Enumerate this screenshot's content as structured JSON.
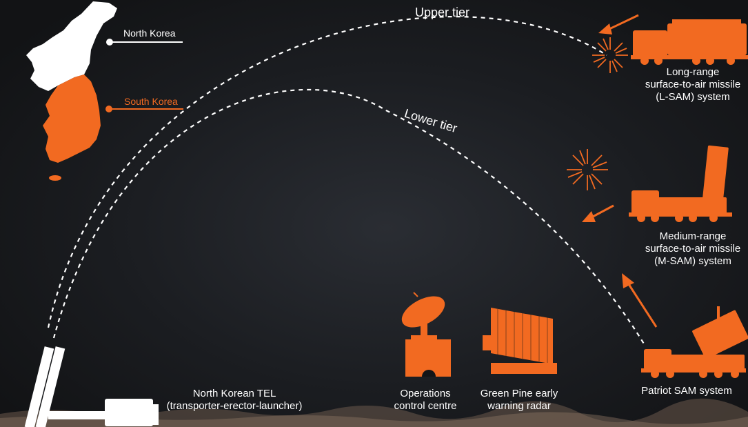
{
  "colors": {
    "accent": "#f26a21",
    "foreground": "#ffffff",
    "background": "#1b1d21"
  },
  "tiers": {
    "upper": "Upper tier",
    "lower": "Lower tier"
  },
  "map": {
    "north_korea": "North Korea",
    "south_korea": "South Korea"
  },
  "systems": {
    "lsam": [
      "Long-range",
      "surface-to-air missile",
      "(L-SAM) system"
    ],
    "msam": [
      "Medium-range",
      "surface-to-air missile",
      "(M-SAM) system"
    ],
    "patriot": "Patriot SAM system",
    "tel": [
      "North Korean TEL",
      "(transporter-erector-launcher)"
    ],
    "ops": [
      "Operations",
      "control centre"
    ],
    "radar": [
      "Green Pine early",
      "warning radar"
    ]
  },
  "icons": [
    "korea-map-icon",
    "lsam-truck-icon",
    "msam-launcher-icon",
    "patriot-launcher-icon",
    "satellite-dish-icon",
    "green-pine-radar-icon",
    "tel-launcher-icon",
    "interception-burst-icon",
    "arrow-icon"
  ]
}
